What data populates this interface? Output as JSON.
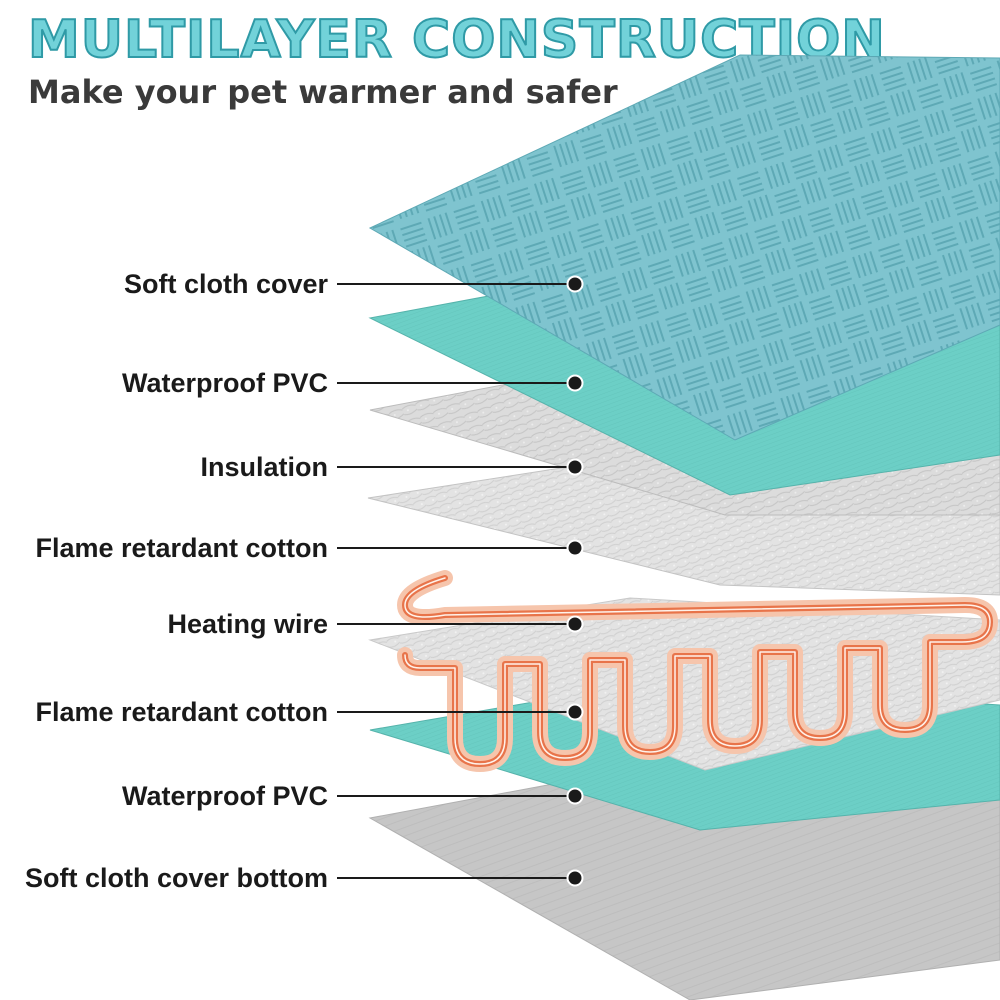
{
  "header": {
    "title": "MULTILAYER CONSTRUCTION",
    "subtitle": "Make your pet warmer and safer"
  },
  "colors": {
    "title_fill": "#72d2d9",
    "title_stroke": "#2f9aa6",
    "cloth_cover": "#7fc4cf",
    "pvc": "#6ccfc6",
    "insulation": "#d9d9d9",
    "cotton": "#e2e2e2",
    "heating_wire": "#f08a5d",
    "bottom_cover": "#c7c7c7"
  },
  "layers": [
    {
      "label": "Soft cloth cover"
    },
    {
      "label": "Waterproof PVC"
    },
    {
      "label": "Insulation"
    },
    {
      "label": "Flame retardant cotton"
    },
    {
      "label": "Heating wire"
    },
    {
      "label": "Flame retardant cotton"
    },
    {
      "label": "Waterproof PVC"
    },
    {
      "label": "Soft cloth cover bottom"
    }
  ]
}
